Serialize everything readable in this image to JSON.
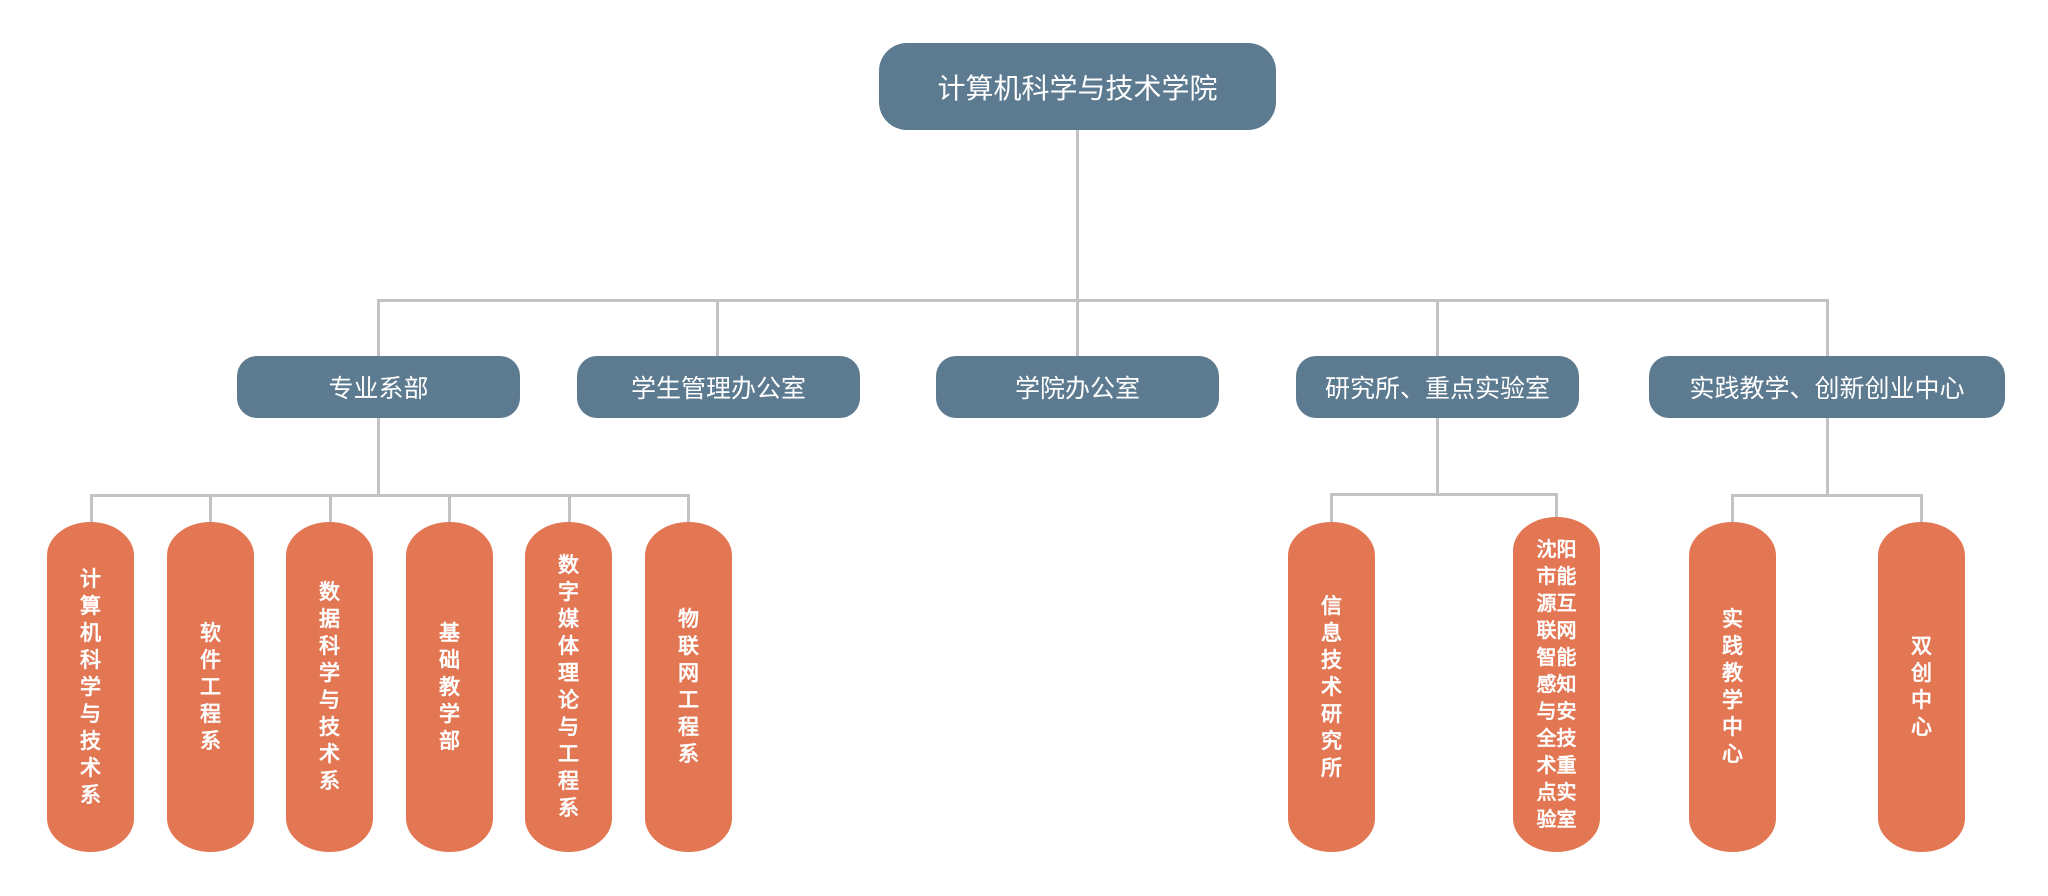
{
  "colors": {
    "dept_box": "#5c7a90",
    "unit_box": "#e37754",
    "connector": "#c3c3c3",
    "text": "#ffffff"
  },
  "root": {
    "label": "计算机科学与技术学院"
  },
  "departments": [
    {
      "label": "专业系部",
      "children": [
        "计算机科学与技术系",
        "软件工程系",
        "数据科学与技术系",
        "基础教学部",
        "数字媒体理论与工程系",
        "物联网工程系"
      ]
    },
    {
      "label": "学生管理办公室",
      "children": []
    },
    {
      "label": "学院办公室",
      "children": []
    },
    {
      "label": "研究所、重点实验室",
      "children": [
        "信息技术研究所",
        "沈阳市能源互联网智能感知与安全技术重点实验室"
      ]
    },
    {
      "label": "实践教学、创新创业中心",
      "children": [
        "实践教学中心",
        "双创中心"
      ]
    }
  ]
}
